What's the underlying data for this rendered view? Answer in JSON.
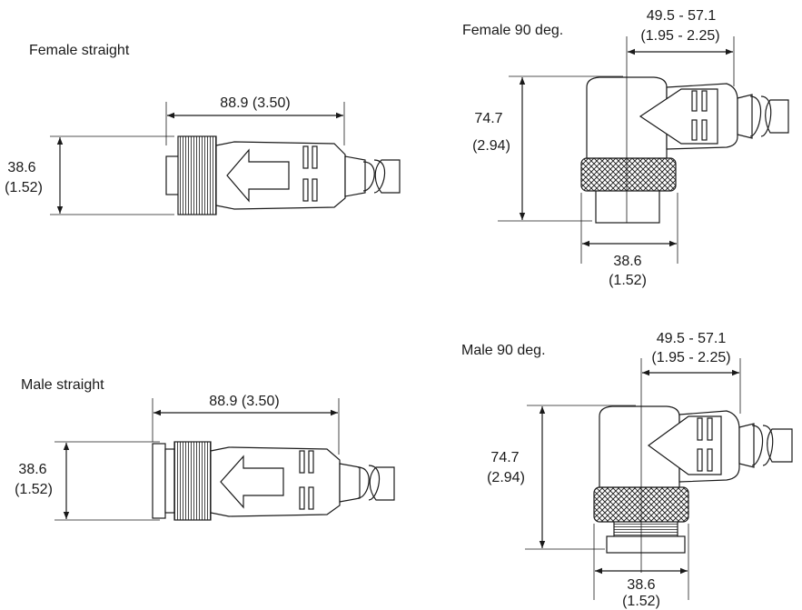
{
  "connectors": {
    "female_straight": {
      "title": "Female straight",
      "length_dim": "88.9 (3.50)",
      "height_dim_mm": "38.6",
      "height_dim_in": "(1.52)"
    },
    "female_90": {
      "title": "Female 90 deg.",
      "reach_dim_mm": "49.5 - 57.1",
      "reach_dim_in": "(1.95 - 2.25)",
      "height_dim_mm": "74.7",
      "height_dim_in": "(2.94)",
      "width_dim_mm": "38.6",
      "width_dim_in": "(1.52)"
    },
    "male_straight": {
      "title": "Male straight",
      "length_dim": "88.9 (3.50)",
      "height_dim_mm": "38.6",
      "height_dim_in": "(1.52)"
    },
    "male_90": {
      "title": "Male 90 deg.",
      "reach_dim_mm": "49.5 - 57.1",
      "reach_dim_in": "(1.95 - 2.25)",
      "height_dim_mm": "74.7",
      "height_dim_in": "(2.94)",
      "width_dim_mm": "38.6",
      "width_dim_in": "(1.52)"
    }
  }
}
